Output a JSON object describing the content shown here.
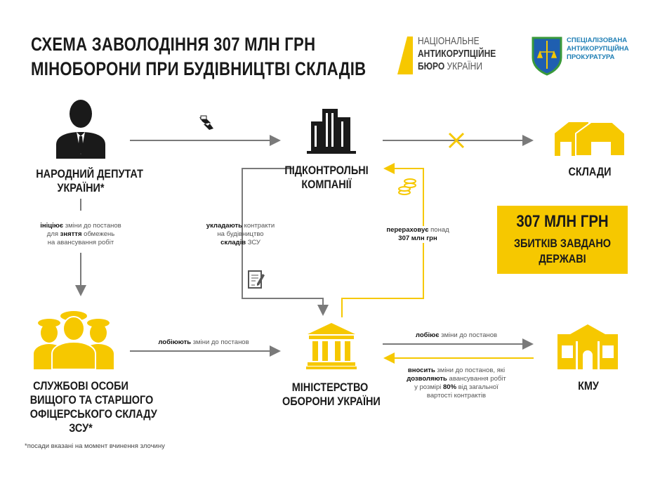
{
  "title": {
    "line1": "СХЕМА ЗАВОЛОДІННЯ 307 МЛН ГРН",
    "line2": "МІНОБОРОНИ ПРИ БУДІВНИЦТВІ СКЛАДІВ"
  },
  "logos": {
    "nabu": {
      "line1": "НАЦІОНАЛЬНЕ",
      "line2": "АНТИКОРУПЦІЙНЕ",
      "line3a": "БЮРО",
      "line3b": " УКРАЇНИ"
    },
    "sap": {
      "line1": "СПЕЦІАЛІЗОВАНА",
      "line2": "АНТИКОРУПЦІЙНА",
      "line3": "ПРОКУРАТУРА"
    }
  },
  "nodes": {
    "deputy": {
      "line1": "НАРОДНИЙ ДЕПУТАТ",
      "line2": "УКРАЇНИ*"
    },
    "companies": {
      "line1": "ПІДКОНТРОЛЬНІ",
      "line2": "КОМПАНІЇ"
    },
    "warehouses": {
      "label": "СКЛАДИ"
    },
    "officials": {
      "line1": "СЛУЖБОВІ ОСОБИ",
      "line2": "ВИЩОГО ТА СТАРШОГО",
      "line3": "ОФІЦЕРСЬКОГО СКЛАДУ",
      "line4": "ЗСУ*"
    },
    "ministry": {
      "line1": "МІНІСТЕРСТВО",
      "line2": "ОБОРОНИ УКРАЇНИ"
    },
    "kmu": {
      "label": "КМУ"
    }
  },
  "edges": {
    "initiates": {
      "b1": "ініціює",
      "t1": " зміни до постанов",
      "t2a": "для ",
      "b2": "зняття",
      "t2b": " обмежень",
      "t3": "на авансування робіт"
    },
    "contracts": {
      "b1": "укладають",
      "t1": " контракти",
      "t2": "на будівництво",
      "b3": "складів",
      "t3": " ЗСУ"
    },
    "transfers": {
      "b1": "перераховує",
      "t1": " понад",
      "b2": "307 млн грн"
    },
    "lobby_officials": {
      "b1": "лобіюють",
      "t1": " зміни до постанов"
    },
    "lobby_ministry": {
      "b1": "лобіює",
      "t1": " зміни до постанов"
    },
    "kmu_changes": {
      "b1": "вносить",
      "t1": " зміни до постанов, які",
      "b2": "дозволяють",
      "t2": " авансування робіт",
      "t3a": "у розмірі ",
      "b3": "80%",
      "t3b": " від загальної",
      "t4": "вартості контрактів"
    }
  },
  "damage": {
    "line1": "307 МЛН ГРН",
    "line2": "ЗБИТКІВ ЗАВДАНО",
    "line3": "ДЕРЖАВІ"
  },
  "footnote": "*посади вказані на момент вчинення злочину",
  "colors": {
    "yellow": "#f6c800",
    "gray": "#7a7a7a",
    "dark": "#1a1a1a",
    "sap_blue": "#1f7fb5"
  }
}
